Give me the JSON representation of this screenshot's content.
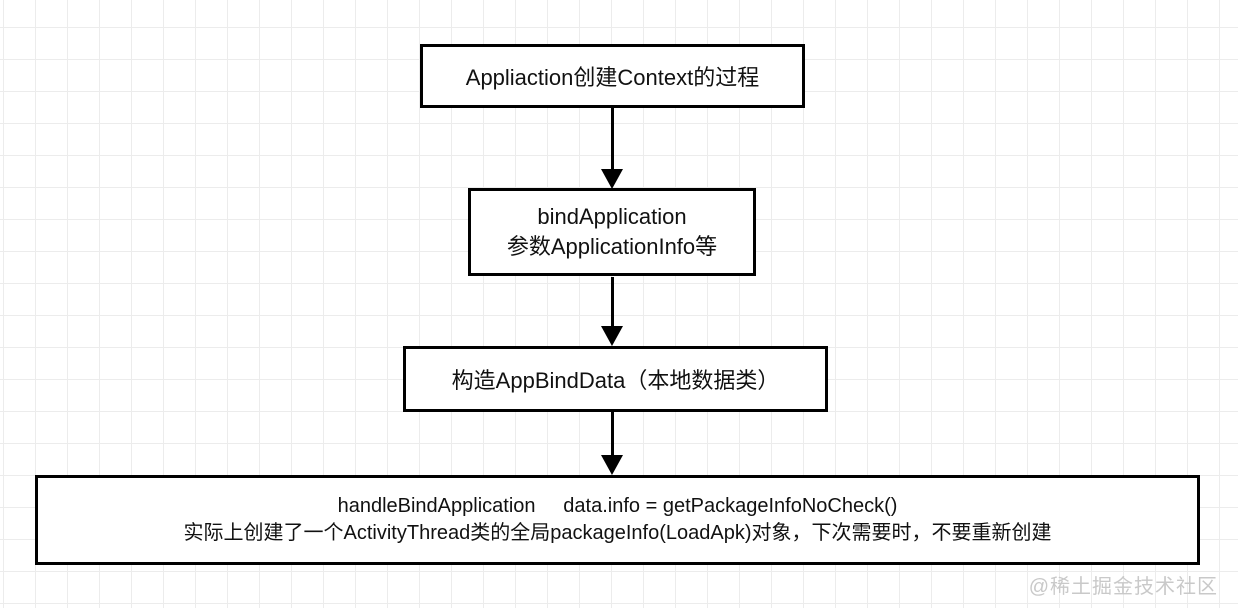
{
  "diagram": {
    "title": "Appliaction创建Context的过程",
    "nodes": [
      {
        "id": "process-title",
        "lines": [
          "Appliaction创建Context的过程"
        ]
      },
      {
        "id": "bind-application",
        "lines": [
          "bindApplication",
          "参数ApplicationInfo等"
        ]
      },
      {
        "id": "app-bind-data",
        "lines": [
          "构造AppBindData（本地数据类）"
        ]
      },
      {
        "id": "handle-bind-application",
        "lines": [
          "handleBindApplication     data.info = getPackageInfoNoCheck()",
          "实际上创建了一个ActivityThread类的全局packageInfo(LoadApk)对象，下次需要时，不要重新创建"
        ]
      }
    ],
    "edges": [
      {
        "from": "process-title",
        "to": "bind-application"
      },
      {
        "from": "bind-application",
        "to": "app-bind-data"
      },
      {
        "from": "app-bind-data",
        "to": "handle-bind-application"
      }
    ],
    "colors": {
      "box_border": "#000000",
      "box_background": "#ffffff",
      "grid_line": "#ececec",
      "text": "#111111",
      "watermark": "#c9c9c9"
    },
    "watermark": "@稀土掘金技术社区"
  }
}
